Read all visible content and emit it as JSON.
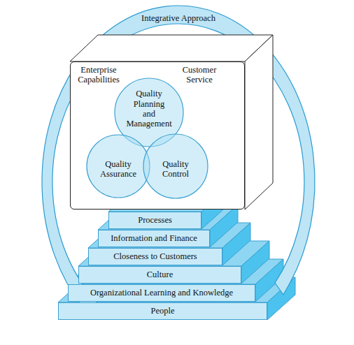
{
  "diagram": {
    "nodes": [
      {
        "text": [
          "Enterprise Capabilities",
          "Customer Service"
        ]
      },
      {
        "text": [
          "Quality Planning and Management"
        ],
        "in": 0
      },
      {
        "text": [
          "Quality Assurance"
        ],
        "in": 0
      },
      {
        "text": [
          "Quality Control"
        ],
        "in": 0
      },
      {
        "text": [
          "Processes"
        ]
      },
      {
        "text": [
          "Information and Finance"
        ]
      },
      {
        "text": [
          "Closeness to Customers"
        ]
      },
      {
        "text": [
          "Culture"
        ]
      },
      {
        "text": [
          "Organizational Learning and Knowledge"
        ]
      },
      {
        "text": [
          "People"
        ]
      }
    ],
    "labels": [
      "Integrative Approach"
    ]
  }
}
